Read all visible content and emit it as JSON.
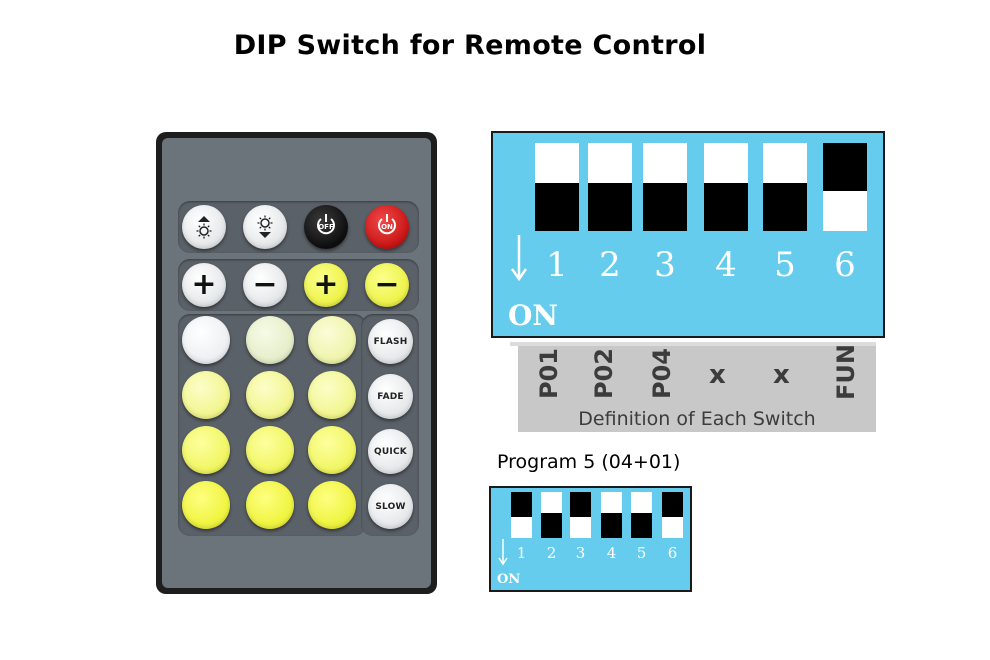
{
  "title": "DIP Switch for Remote Control",
  "remote": {
    "power_off_label": "OFF",
    "power_on_label": "ON",
    "plus": "+",
    "minus": "−",
    "func_flash": "FLASH",
    "func_fade": "FADE",
    "func_quick": "QUICK",
    "func_slow": "SLOW"
  },
  "dip_main": {
    "numbers": [
      "1",
      "2",
      "3",
      "4",
      "5",
      "6"
    ],
    "states": [
      "on",
      "on",
      "on",
      "on",
      "on",
      "off"
    ],
    "on_label": "ON"
  },
  "definition": {
    "items": [
      "P01",
      "P02",
      "P04",
      "x",
      "x",
      "FUN"
    ],
    "caption": "Definition of Each Switch"
  },
  "program": {
    "label": "Program 5 (04+01)",
    "numbers": [
      "1",
      "2",
      "3",
      "4",
      "5",
      "6"
    ],
    "states": [
      "off",
      "on",
      "off",
      "on",
      "on",
      "off"
    ],
    "on_label": "ON"
  },
  "colors": {
    "dip_blue": "#66ccee",
    "remote_body": "#6c747b",
    "power_on_red": "#c81414",
    "button_yellow": "#eef34b"
  }
}
